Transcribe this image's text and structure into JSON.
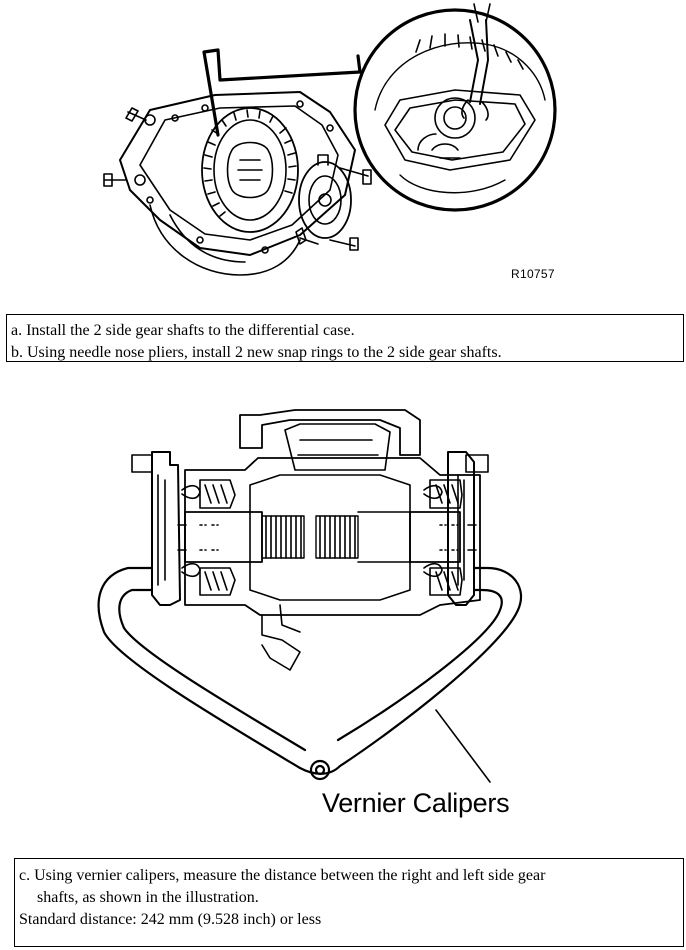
{
  "figure1": {
    "id_label": "R10757",
    "icons": [
      "differential-case-illustration",
      "snap-ring-pliers-inset"
    ]
  },
  "steps_box_1": {
    "lines": [
      "a. Install the 2 side gear shafts to the differential case.",
      "b. Using needle nose pliers, install 2 new snap rings to the 2 side gear shafts."
    ]
  },
  "figure2": {
    "callout_label": "Vernier Calipers",
    "icons": [
      "differential-cross-section-illustration",
      "vernier-calipers-icon"
    ]
  },
  "steps_box_2": {
    "line_c_1": "c. Using vernier calipers, measure the distance between the right and left side gear",
    "line_c_2": "shafts, as shown in the illustration.",
    "standard_label": "Standard distance: 242 mm (9.528 inch) or less"
  }
}
